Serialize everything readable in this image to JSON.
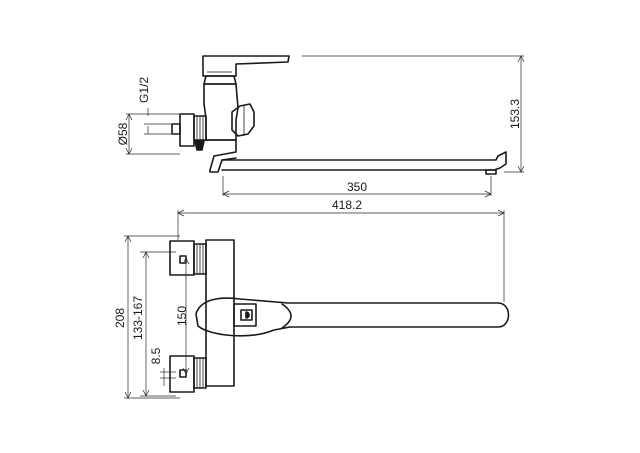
{
  "dimensions": {
    "spout_reach": "350",
    "overall_length": "418.2",
    "overall_height": "153.3",
    "escutcheon_diameter": "Ø58",
    "thread": "G1/2",
    "eccentric_height": "208",
    "center_distance": "133-167",
    "nominal_center": "150",
    "offset": "8.5"
  }
}
